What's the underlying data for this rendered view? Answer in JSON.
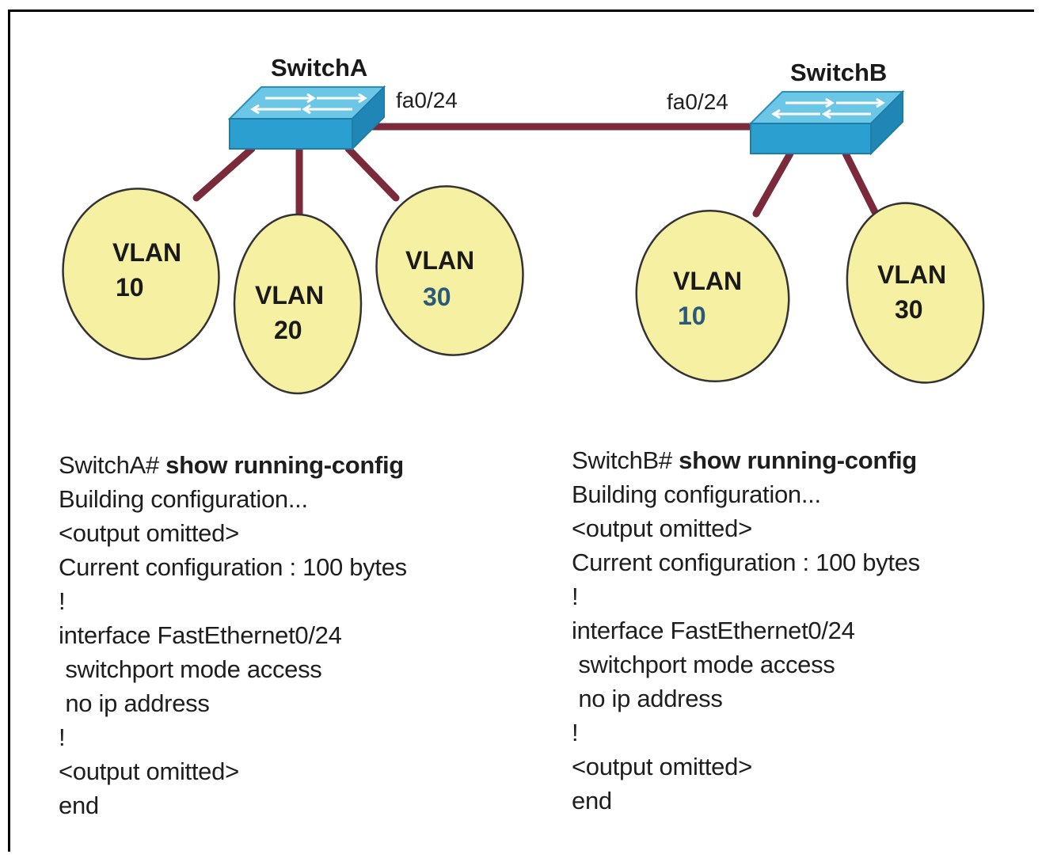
{
  "switch_a": {
    "name": "SwitchA",
    "port": "fa0/24",
    "vlans": [
      {
        "label": "VLAN",
        "number": "10"
      },
      {
        "label": "VLAN",
        "number": "20"
      },
      {
        "label": "VLAN",
        "number": "30"
      }
    ]
  },
  "switch_b": {
    "name": "SwitchB",
    "port": "fa0/24",
    "vlans": [
      {
        "label": "VLAN",
        "number": "10"
      },
      {
        "label": "VLAN",
        "number": "30"
      }
    ]
  },
  "config_a": {
    "prompt": "SwitchA# ",
    "command": "show running-config",
    "lines": [
      "Building configuration...",
      "<output omitted>",
      "Current configuration : 100 bytes",
      "!",
      "interface FastEthernet0/24",
      " switchport mode access",
      " no ip address",
      "!",
      "<output omitted>",
      "end"
    ]
  },
  "config_b": {
    "prompt": "SwitchB# ",
    "command": "show running-config",
    "lines": [
      "Building configuration...",
      "<output omitted>",
      "Current configuration : 100 bytes",
      "!",
      "interface FastEthernet0/24",
      " switchport mode access",
      " no ip address",
      "!",
      "<output omitted>",
      "end"
    ]
  },
  "colors": {
    "link": "#7a2a3a",
    "switch_top": "#5fc0e0",
    "switch_side": "#2a9ccc",
    "vlan_fill": "#f5f0a0",
    "vlan_stroke": "#333333"
  }
}
